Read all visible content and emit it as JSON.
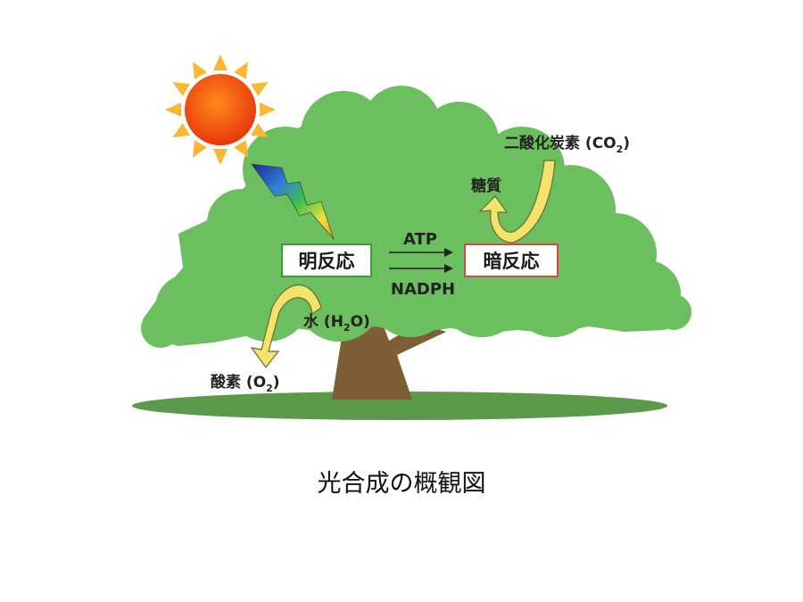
{
  "diagram": {
    "light_reaction": "明反応",
    "dark_reaction": "暗反応",
    "atp": "ATP",
    "nadph": "NADPH",
    "water_prefix": "水 (H",
    "water_sub": "2",
    "water_suffix": "O)",
    "oxygen_prefix": "酸素 (O",
    "oxygen_sub": "2",
    "oxygen_suffix": ")",
    "co2_prefix": "二酸化炭素 (CO",
    "co2_sub": "2",
    "co2_suffix": ")",
    "sugar": "糖質"
  },
  "caption": "光合成の概観図",
  "colors": {
    "foliage": "#6cbf5e",
    "trunk": "#7d5e35",
    "ground": "#5a9a4a",
    "sun_core": "#f04a10",
    "sun_rays": "#f8b830",
    "arrow_yellow": "#f4e36a",
    "light_box_border": "#3f9a3a",
    "dark_box_border": "#d84848"
  },
  "icons": {
    "sun": "sun-icon",
    "light_bolt": "lightning-bolt-icon"
  }
}
